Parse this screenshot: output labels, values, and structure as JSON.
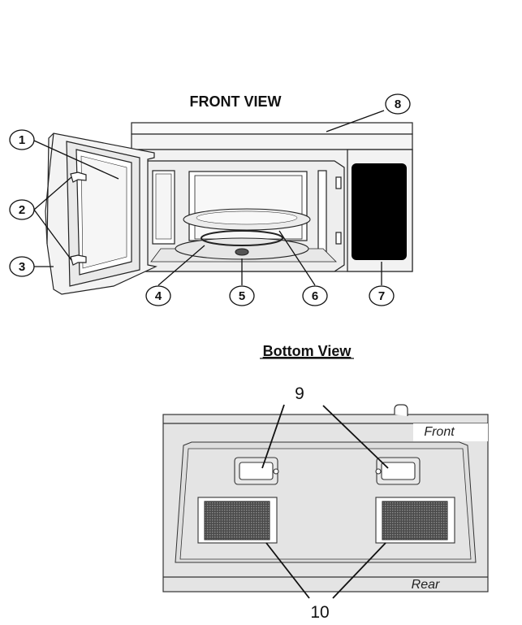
{
  "front_view": {
    "title": "FRONT VIEW",
    "callouts": [
      "1",
      "2",
      "3",
      "4",
      "5",
      "6",
      "7",
      "8"
    ]
  },
  "bottom_view": {
    "title": "Bottom View",
    "label_front": "Front",
    "label_rear": "Rear",
    "callout_9": "9",
    "callout_10": "10"
  }
}
